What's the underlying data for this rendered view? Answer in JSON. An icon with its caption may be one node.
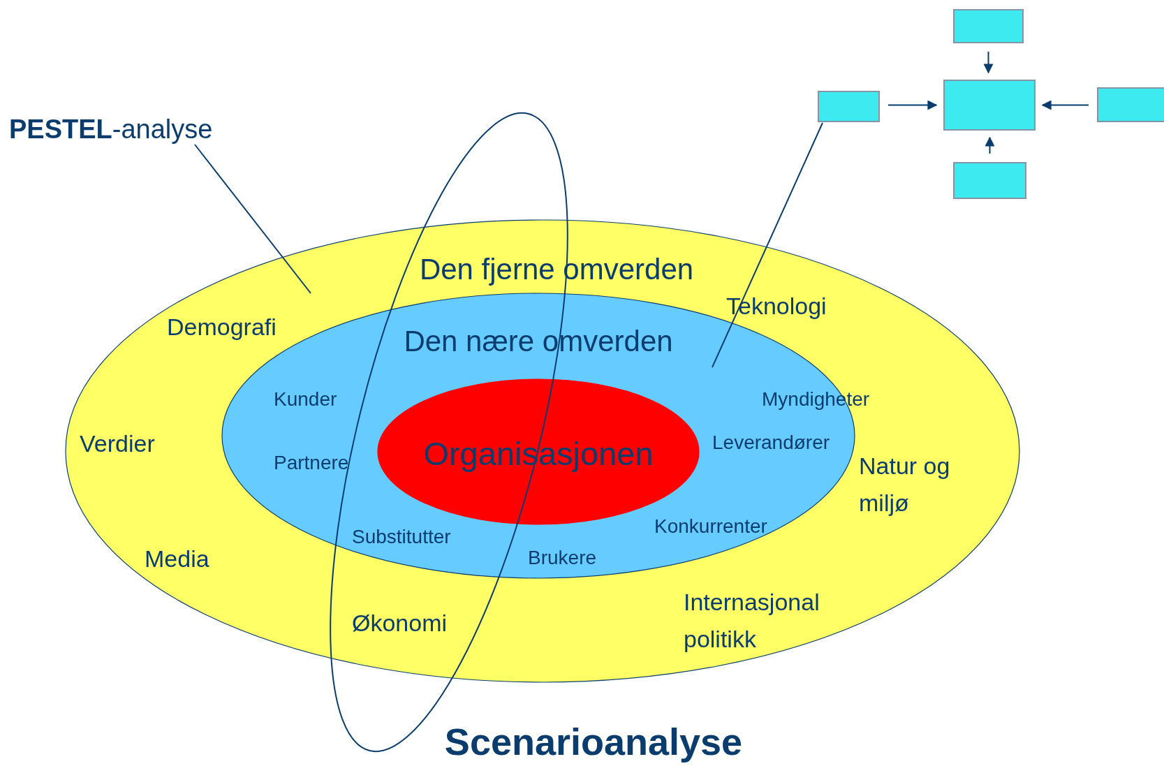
{
  "diagram": {
    "nodes": [
      {
        "text": [
          "Den fjerne omverden",
          "Teknologi",
          "Demografi",
          "Verdier",
          "Natur og miljø",
          "Media",
          "Økonomi",
          "Internasjonal politikk"
        ]
      },
      {
        "text": [
          "Den nære omverden",
          "Kunder",
          "Myndigheter",
          "Leverandører",
          "Partnere",
          "Konkurrenter",
          "Substitutter",
          "Brukere"
        ],
        "in": 0
      },
      {
        "text": [
          "Organisasjonen"
        ],
        "in": 1
      },
      {
        "text": [
          "**PESTEL**-analyse"
        ]
      },
      {
        "text": [],
        "shape": "box"
      },
      {
        "text": [],
        "shape": "box"
      },
      {
        "text": [],
        "shape": "box"
      },
      {
        "text": [],
        "shape": "box"
      },
      {
        "text": [],
        "shape": "box"
      }
    ],
    "edges": [
      {
        "from": 3,
        "to": 0,
        "arrow": "none"
      },
      {
        "from": 4,
        "to": 6,
        "arrow": "to"
      },
      {
        "from": 5,
        "to": 6,
        "arrow": "to"
      },
      {
        "from": 7,
        "to": 6,
        "arrow": "to"
      },
      {
        "from": 8,
        "to": 6,
        "arrow": "to"
      },
      {
        "from": 5,
        "to": 1,
        "arrow": "none"
      }
    ],
    "labels": [
      "Scenarioanalyse"
    ]
  }
}
